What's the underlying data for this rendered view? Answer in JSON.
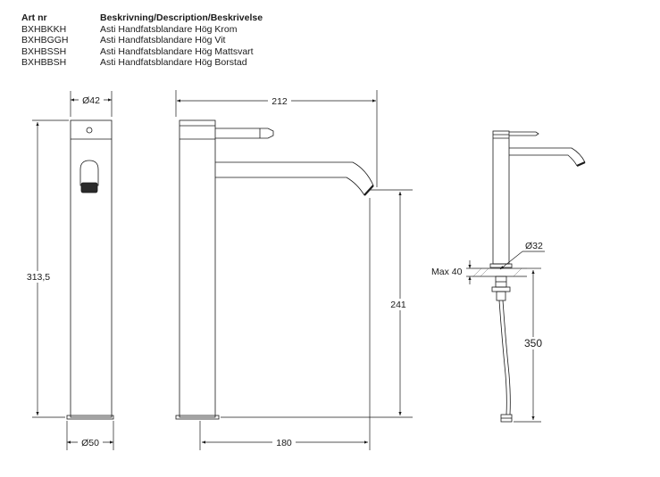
{
  "table": {
    "headers": {
      "art": "Art nr",
      "desc": "Beskrivning/Description/Beskrivelse"
    },
    "rows": [
      {
        "art": "BXHBKKH",
        "desc": "Asti Handfatsblandare Hög Krom"
      },
      {
        "art": "BXHBGGH",
        "desc": "Asti Handfatsblandare Hög Vit"
      },
      {
        "art": "BXHBSSH",
        "desc": "Asti Handfatsblandare Hög Mattsvart"
      },
      {
        "art": "BXHBBSH",
        "desc": "Asti Handfatsblandare Hög Borstad"
      }
    ]
  },
  "dimensions": {
    "top_diameter": "Ø42",
    "height_total": "313,5",
    "base_diameter": "Ø50",
    "reach": "212",
    "spout_height": "241",
    "base_to_spout": "180",
    "hole_diameter": "Ø32",
    "max_thickness": "Max 40",
    "hose_length": "350"
  }
}
